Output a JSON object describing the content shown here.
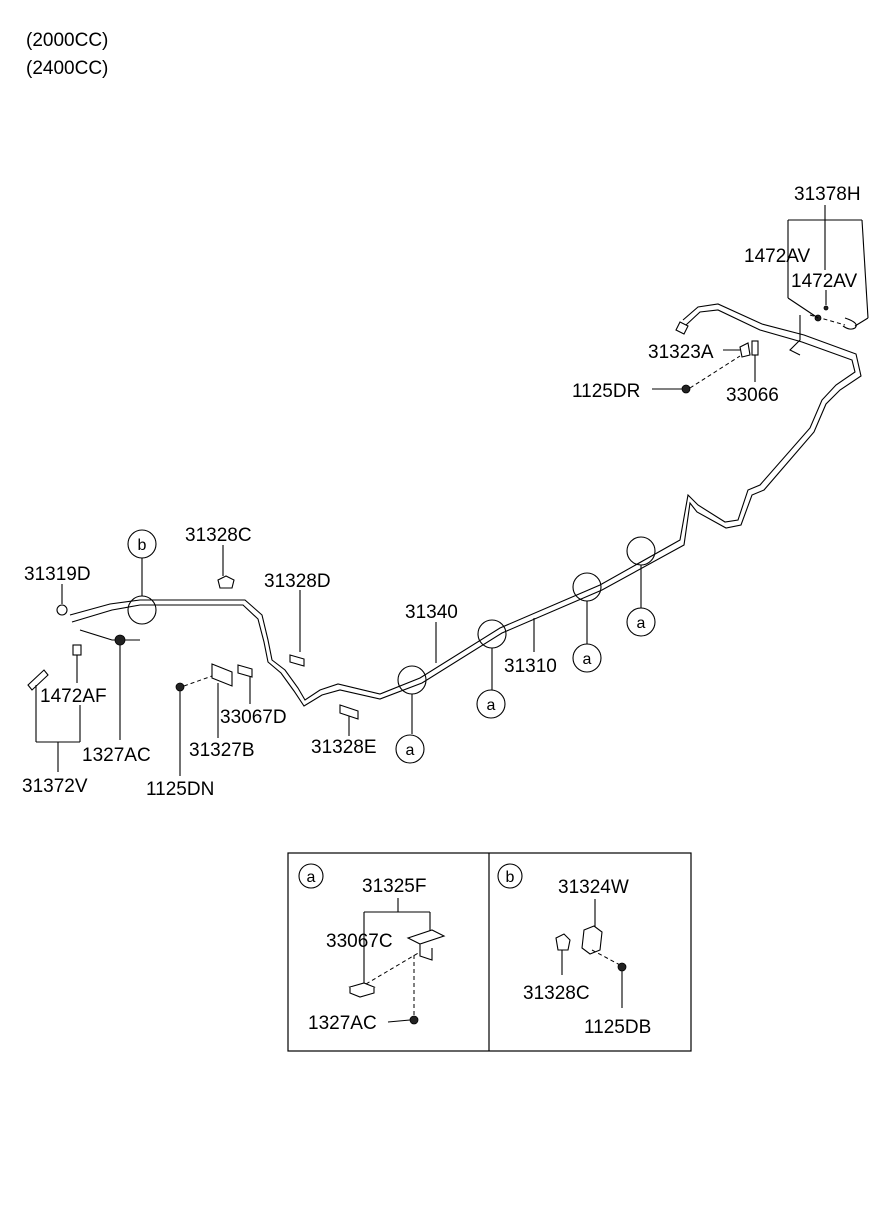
{
  "header": {
    "variant_1": "(2000CC)",
    "variant_2": "(2400CC)"
  },
  "labels": {
    "p31378H": "31378H",
    "p1472AV_1": "1472AV",
    "p1472AV_2": "1472AV",
    "p31323A": "31323A",
    "p1125DR": "1125DR",
    "p33066": "33066",
    "p31328C": "31328C",
    "p31319D": "31319D",
    "p31328D": "31328D",
    "p31340": "31340",
    "p31310": "31310",
    "p1472AF": "1472AF",
    "p33067D": "33067D",
    "p1327AC": "1327AC",
    "p31327B": "31327B",
    "p31328E": "31328E",
    "p31372V": "31372V",
    "p1125DN": "1125DN"
  },
  "callouts": {
    "a": "a",
    "b": "b"
  },
  "detail_a": {
    "marker": "a",
    "p31325F": "31325F",
    "p33067C": "33067C",
    "p1327AC": "1327AC"
  },
  "detail_b": {
    "marker": "b",
    "p31324W": "31324W",
    "p31328C": "31328C",
    "p1125DB": "1125DB"
  }
}
